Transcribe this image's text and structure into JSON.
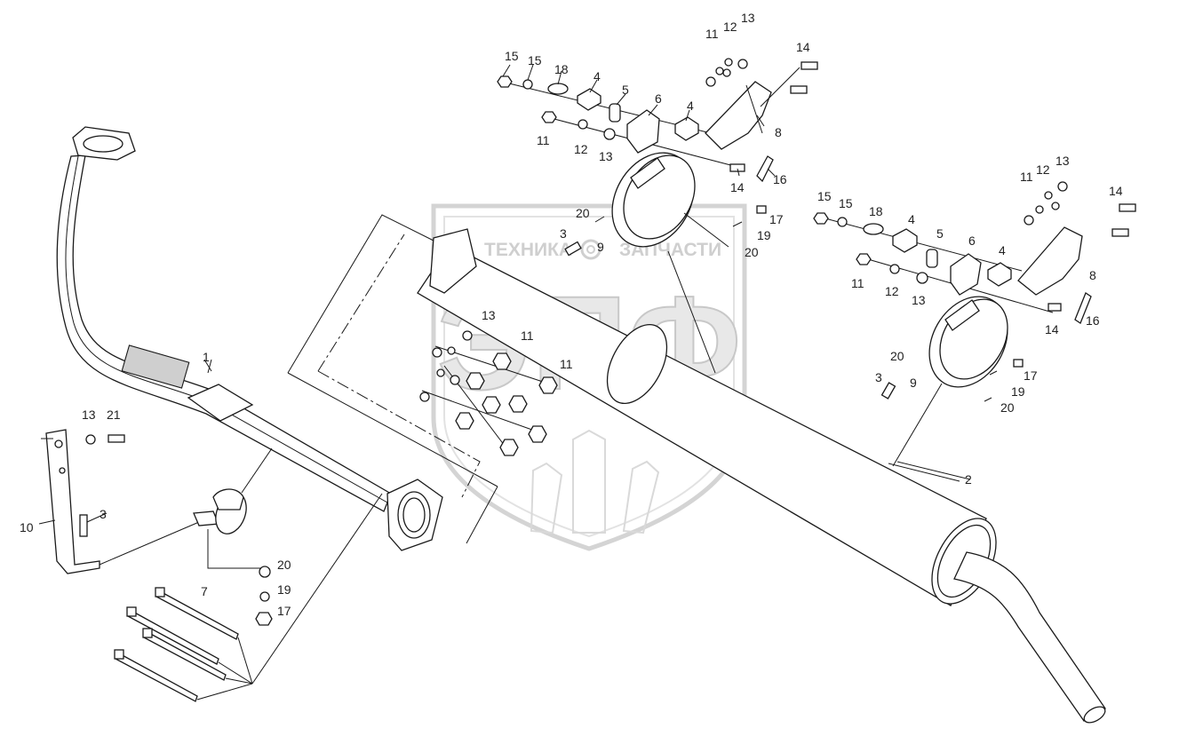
{
  "watermark": {
    "left_word": "ТЕХНИКА",
    "right_word": "ЗАПЧАСТИ",
    "monogram": "ЭПФ"
  },
  "callouts": {
    "c1": "1",
    "c2": "2",
    "c3a": "3",
    "c3b": "3",
    "c3c": "3",
    "c4a": "4",
    "c4b": "4",
    "c4c": "4",
    "c4d": "4",
    "c5a": "5",
    "c5b": "5",
    "c6a": "6",
    "c6b": "6",
    "c7": "7",
    "c8a": "8",
    "c8b": "8",
    "c9a": "9",
    "c9b": "9",
    "c10": "10",
    "c11a": "11",
    "c11b": "11",
    "c11c": "11",
    "c11d": "11",
    "c11e": "11",
    "c11f": "11",
    "c12a": "12",
    "c12b": "12",
    "c12c": "12",
    "c12d": "12",
    "c13a": "13",
    "c13b": "13",
    "c13c": "13",
    "c13d": "13",
    "c13e": "13",
    "c13f": "13",
    "c14a": "14",
    "c14b": "14",
    "c14c": "14",
    "c14d": "14",
    "c15a": "15",
    "c15b": "15",
    "c15c": "15",
    "c15d": "15",
    "c16a": "16",
    "c16b": "16",
    "c17a": "17",
    "c17b": "17",
    "c17c": "17",
    "c18a": "18",
    "c18b": "18",
    "c19a": "19",
    "c19b": "19",
    "c19c": "19",
    "c20a": "20",
    "c20b": "20",
    "c20c": "20",
    "c20d": "20",
    "c20e": "20",
    "c21": "21"
  }
}
